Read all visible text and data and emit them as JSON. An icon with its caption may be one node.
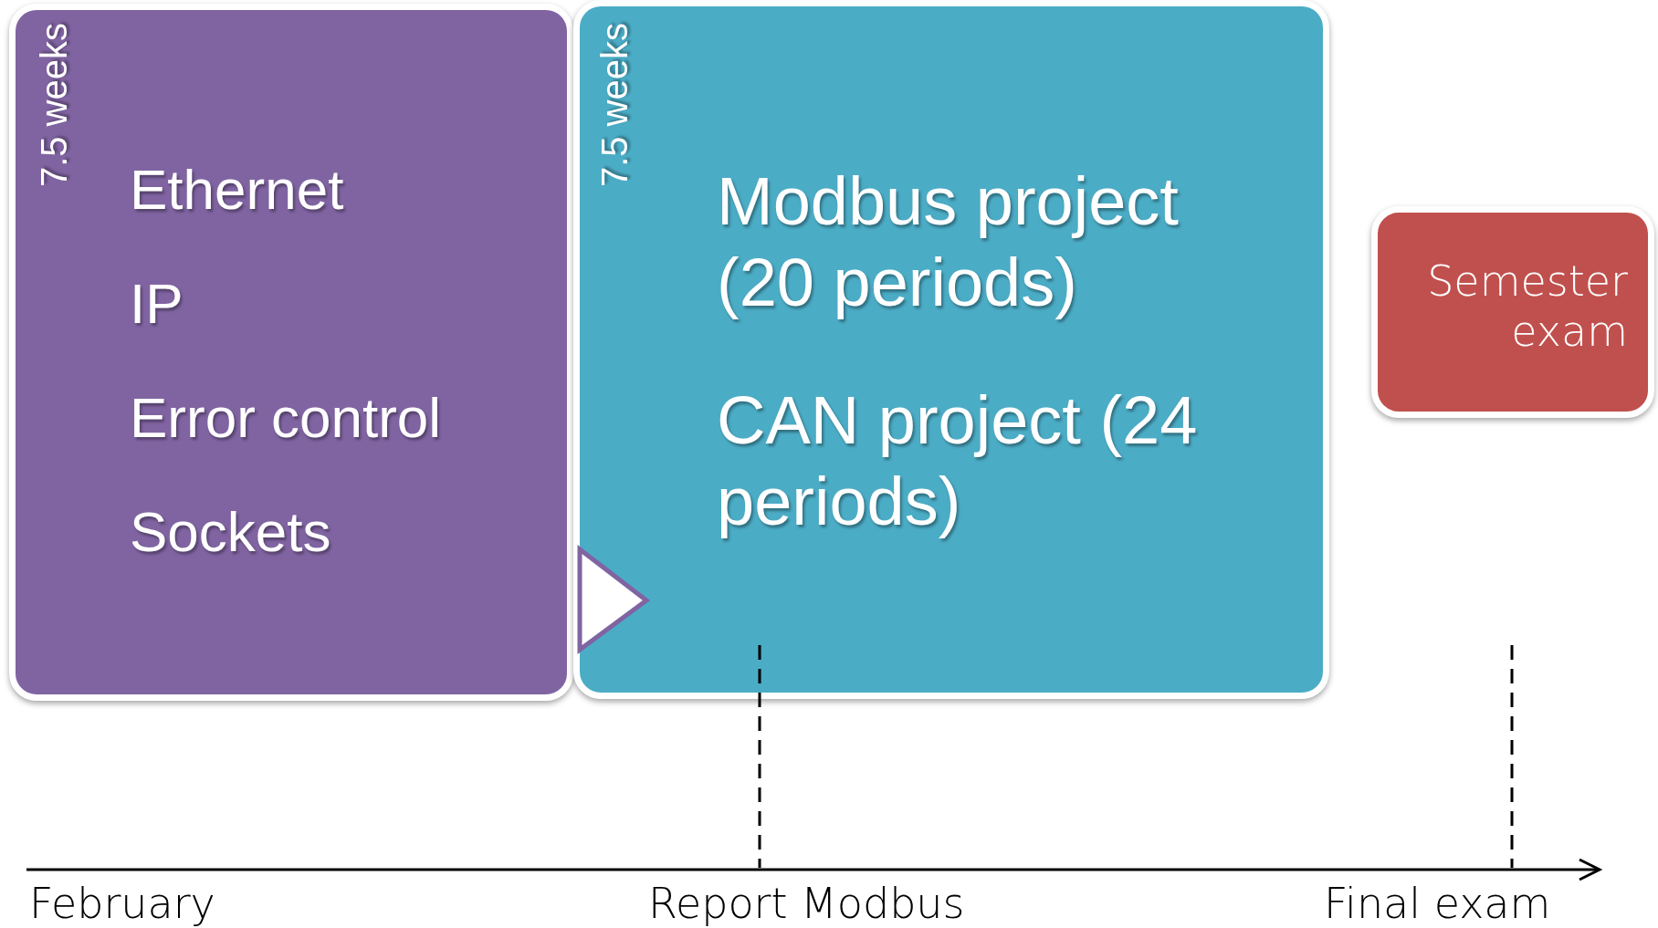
{
  "diagram": {
    "nodes": [
      {
        "text": [
          "7.5 weeks",
          "Ethernet",
          "IP",
          "Error control",
          "Sockets"
        ]
      },
      {
        "text": [
          "7.5 weeks",
          "Modbus project (20 periods)",
          "CAN project (24 periods)"
        ]
      },
      {
        "text": [
          "Semester exam"
        ]
      }
    ],
    "edges": [
      {
        "from": 0,
        "to": 1,
        "arrow": "to"
      }
    ],
    "labels": [
      "February",
      "Report Modbus",
      "Final exam"
    ]
  }
}
